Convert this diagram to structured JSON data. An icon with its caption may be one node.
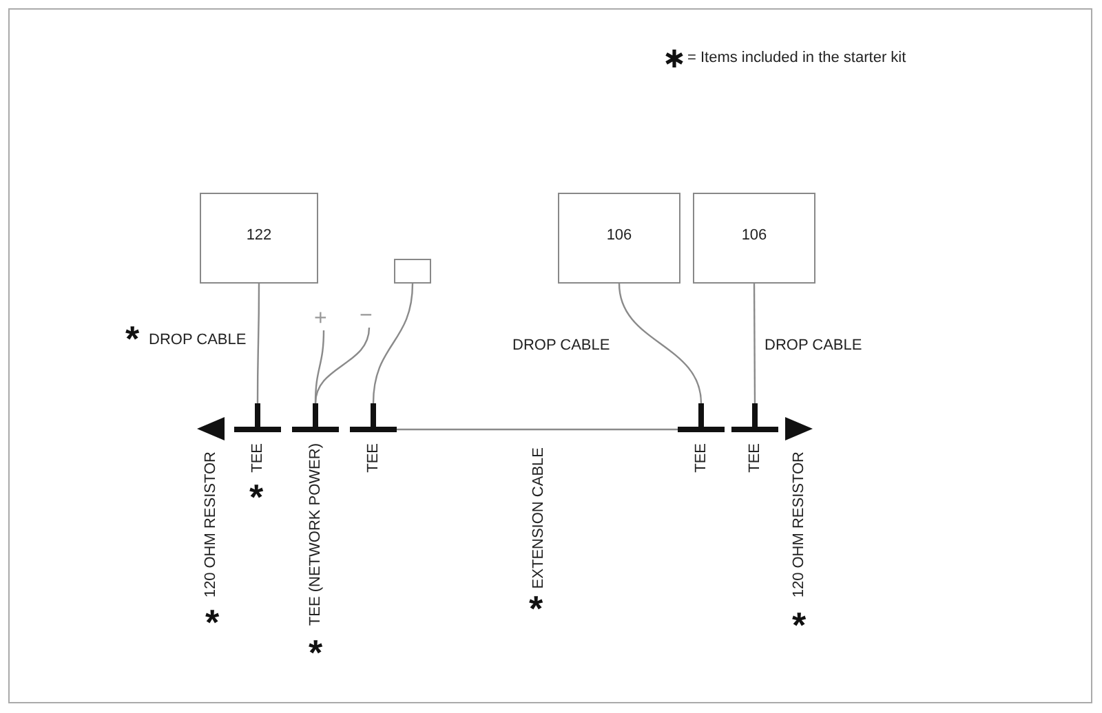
{
  "diagram": {
    "nodes": [
      {
        "text": [
          "122"
        ]
      },
      {
        "text": [],
        "shape": "box"
      },
      {
        "text": [
          "106"
        ]
      },
      {
        "text": [
          "106"
        ]
      },
      {
        "text": [
          "TEE"
        ]
      },
      {
        "text": [
          "TEE (NETWORK POWER)"
        ]
      },
      {
        "text": [
          "TEE"
        ]
      },
      {
        "text": [
          "TEE"
        ]
      },
      {
        "text": [
          "TEE"
        ]
      },
      {
        "text": [
          "120 OHM RESISTOR"
        ]
      },
      {
        "text": [
          "120 OHM RESISTOR"
        ]
      },
      {
        "text": [
          "+"
        ]
      },
      {
        "text": [
          "−"
        ]
      }
    ],
    "edges": [
      {
        "from": 0,
        "to": 4,
        "arrow": "none",
        "label": "DROP CABLE"
      },
      {
        "from": 11,
        "to": 5,
        "arrow": "none"
      },
      {
        "from": 12,
        "to": 5,
        "arrow": "none"
      },
      {
        "from": 1,
        "to": 6,
        "arrow": "none"
      },
      {
        "from": 6,
        "to": 7,
        "arrow": "none",
        "label": "EXTENSION CABLE"
      },
      {
        "from": 2,
        "to": 7,
        "arrow": "none",
        "label": "DROP CABLE"
      },
      {
        "from": 3,
        "to": 8,
        "arrow": "none",
        "label": "DROP CABLE"
      }
    ],
    "labels": [
      "*",
      "*",
      "*",
      "*",
      "*",
      "*"
    ],
    "legend": [
      {
        "text": "= Items included in the starter kit"
      }
    ]
  }
}
